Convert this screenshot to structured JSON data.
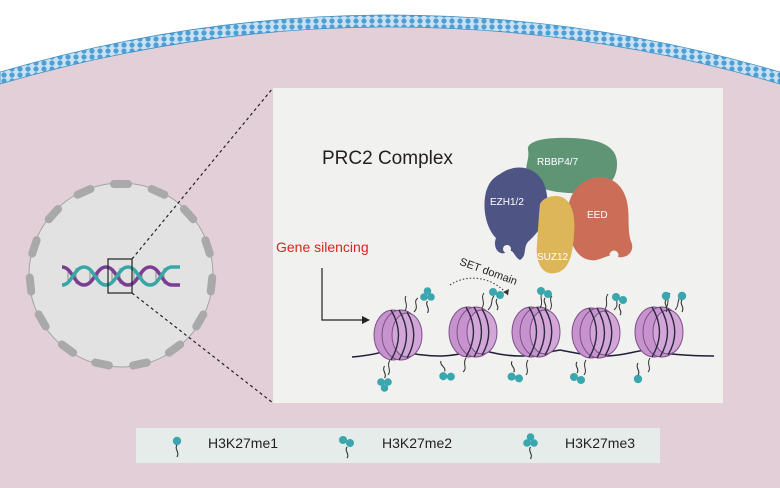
{
  "diagram": {
    "title": "PRC2 Complex",
    "subunits": [
      "RBBP4/7",
      "EZH1/2",
      "EED",
      "SUZ12"
    ],
    "set_domain_label": "SET domain",
    "process_label": "Gene silencing",
    "nucleosome_count": 5
  },
  "legend": {
    "items": [
      {
        "label": "H3K27me1",
        "icon": "single-methyl-mark-icon"
      },
      {
        "label": "H3K27me2",
        "icon": "double-methyl-mark-icon"
      },
      {
        "label": "H3K27me3",
        "icon": "triple-methyl-mark-icon"
      }
    ]
  },
  "colors": {
    "cytoplasm": "#e3cfd7",
    "membrane": "#5aa3d6",
    "panel": "#f1f1f0",
    "legend_bg": "#e5ece9",
    "ezh": "#4e5585",
    "rbbp": "#5f9575",
    "eed": "#cc6e57",
    "suz": "#ddb659",
    "nucleosome": "#c793cf",
    "methyl_mark": "#3aa6ae",
    "dna_purple": "#7a3f93",
    "dna_teal": "#37a7a5",
    "gene_silencing_text": "#d6261f"
  }
}
